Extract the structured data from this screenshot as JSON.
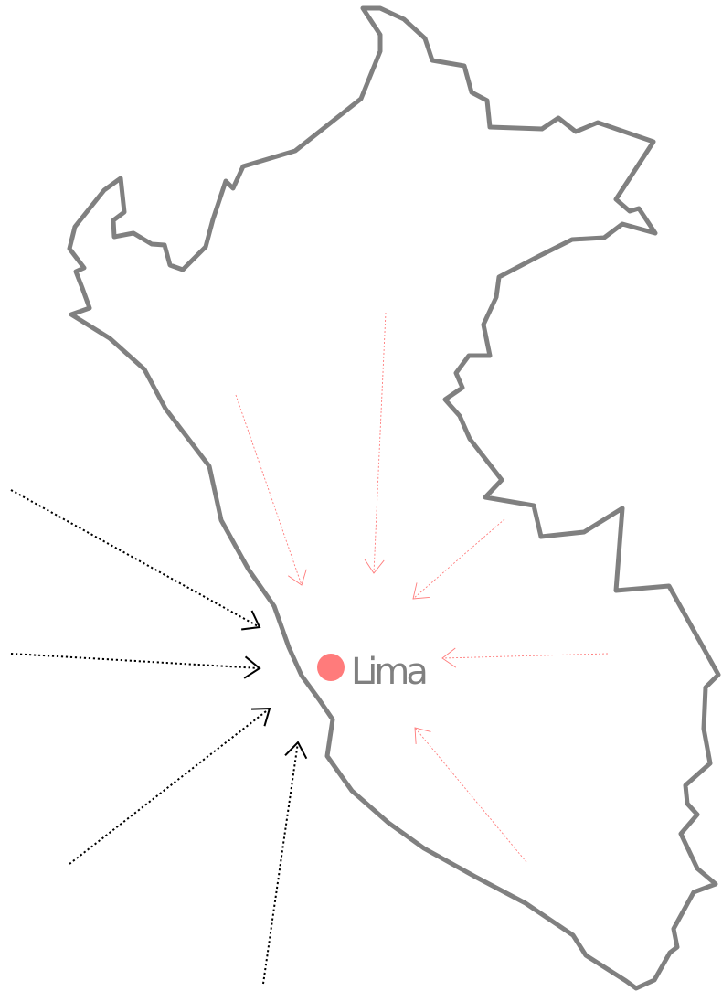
{
  "map": {
    "country_outline_color": "#808080",
    "inland_arrow_color": "#ff7b7b",
    "ocean_arrow_color": "#000000",
    "inland_arrow_count": 5,
    "ocean_arrow_count": 4
  },
  "city": {
    "name": "Lima",
    "marker_color": "#ff7b7b",
    "label_color": "#808080"
  }
}
